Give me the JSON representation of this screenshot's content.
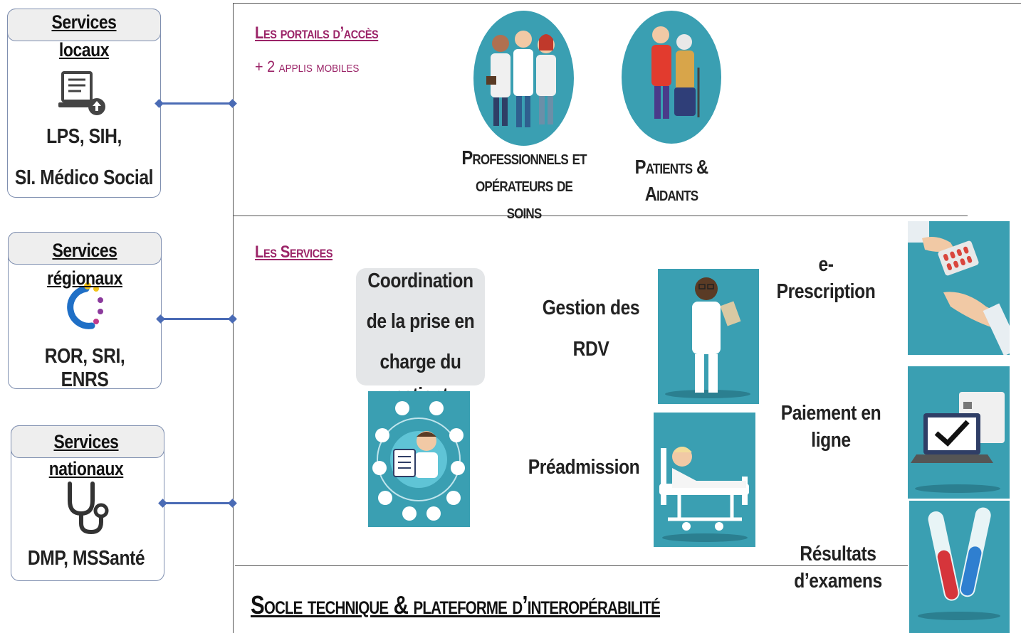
{
  "left_services": {
    "local": {
      "title": "Services",
      "title2": "locaux",
      "sub1": "LPS, SIH,",
      "sub2": "SI. Médico Social"
    },
    "regional": {
      "title": "Services",
      "title2": "régionaux",
      "sub1": "ROR, SRI, ENRS"
    },
    "national": {
      "title": "Services",
      "title2": "nationaux",
      "sub1": "DMP, MSSanté"
    }
  },
  "portals": {
    "title": "Les portails d’accès",
    "subtitle": "+ 2 applis mobiles",
    "professionals_caption_lines": [
      "Professionnels et",
      "opérateurs de",
      "soins"
    ],
    "patients_caption_lines": [
      "Patients &",
      "Aidants"
    ]
  },
  "services": {
    "title": "Les Services",
    "coordination_lines": [
      "Coordination",
      "de la prise en",
      "charge du",
      "patient"
    ],
    "rdv_lines": [
      "Gestion des",
      "RDV"
    ],
    "preadmission": "Préadmission",
    "eprescription_lines": [
      "e-",
      "Prescription"
    ],
    "payment_lines": [
      "Paiement en",
      "ligne"
    ],
    "results_lines": [
      "Résultats",
      "d’examens"
    ]
  },
  "footer": {
    "title": "Socle technique & plateforme d’interopérabilité"
  },
  "colors": {
    "accent": "#9b2468",
    "teal": "#3a9fb2",
    "connector": "#4a6bb5"
  }
}
